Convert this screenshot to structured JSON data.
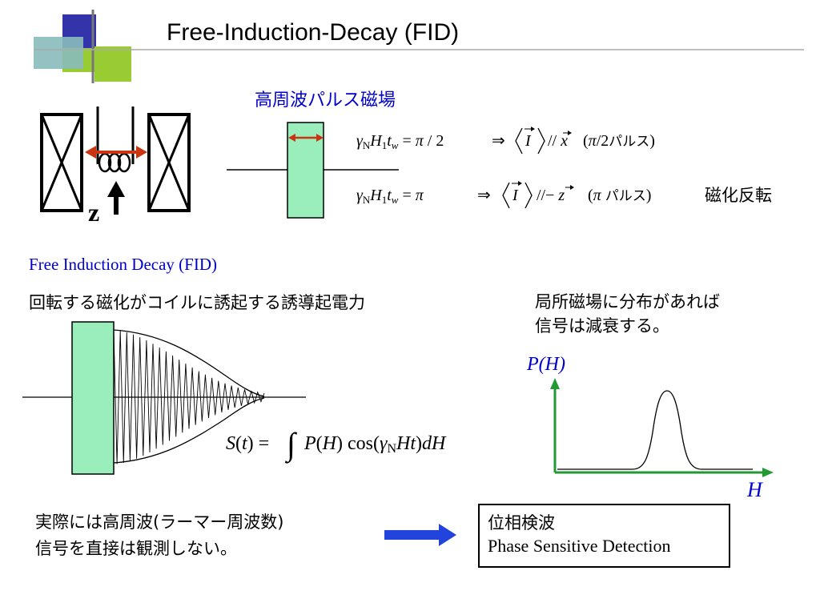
{
  "slide": {
    "title": "Free-Induction-Decay  (FID)",
    "rf_field_label": "高周波パルス磁場",
    "magnetization_reversal": "磁化反転",
    "fid_subtitle": "Free Induction Decay (FID)",
    "fid_description": "回転する磁化がコイルに誘起する誘導起電力",
    "distribution_line1": "局所磁場に分布があれば",
    "distribution_line2": "信号は減衰する。",
    "note_line1": "実際には高周波(ラーマー周波数)",
    "note_line2": "信号を直接は観測しない。",
    "psd_jp": "位相検波",
    "psd_en": "Phase Sensitive Detection",
    "ph_label": "P(H)",
    "h_label": "H",
    "coil_axis_label": "z"
  },
  "equations": {
    "pi_half": {
      "lhs": "γNH1tw = π / 2",
      "arrow": "⇒",
      "result": "⟨I⟩ // x",
      "note": "(π/2パルス)"
    },
    "pi": {
      "lhs": "γNH1tw = π",
      "arrow": "⇒",
      "result": "⟨I⟩ //− z",
      "note": "(π パルス)"
    },
    "signal": "S(t) = ∫ P(H) cos(γNHt) dH"
  },
  "colors": {
    "accent_blue": "#0000cc",
    "pulse_fill": "#99eebb",
    "arrow_red": "#cc3311",
    "axis_green": "#229933",
    "deco_navy": "#3333aa",
    "deco_green": "#99cc33",
    "deco_teal": "#88bbbb"
  }
}
